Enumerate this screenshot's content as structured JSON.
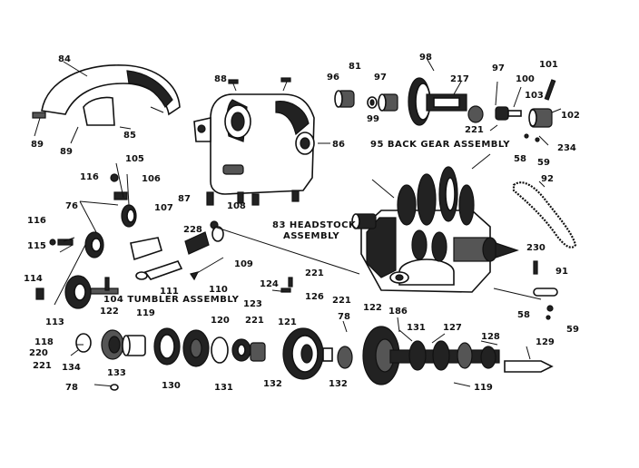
{
  "colors": {
    "ink": "#111111",
    "paper": "#ffffff"
  },
  "assemblies": {
    "back_gear": "95 BACK GEAR ASSEMBLY",
    "headstock_line1": "83 HEADSTOCK",
    "headstock_line2": "ASSEMBLY",
    "tumbler": "104 TUMBLER ASSEMBLY"
  },
  "labels": {
    "l84": "84",
    "l89a": "89",
    "l89b": "89",
    "l85": "85",
    "l88": "88",
    "l86": "86",
    "l96": "96",
    "l81": "81",
    "l97a": "97",
    "l98": "98",
    "l217": "217",
    "l97b": "97",
    "l100": "100",
    "l101": "101",
    "l103": "103",
    "l99": "99",
    "l221a": "221",
    "l102": "102",
    "l234": "234",
    "l58a": "58",
    "l59a": "59",
    "l92": "92",
    "l116a": "116",
    "l105": "105",
    "l106": "106",
    "l76a": "76",
    "l107": "107",
    "l116b": "116",
    "l115": "115",
    "l87": "87",
    "l108": "108",
    "l228": "228",
    "l109": "109",
    "l114": "114",
    "l110": "110",
    "l221b": "221",
    "l111": "111",
    "l124": "124",
    "l126": "126",
    "l113": "113",
    "l122a": "122",
    "l123": "123",
    "l221c": "221",
    "l230": "230",
    "l91": "91",
    "l58b": "58",
    "l59b": "59",
    "l118": "118",
    "l220": "220",
    "l221d": "221",
    "l119a": "119",
    "l120": "120",
    "l221e": "221",
    "l121": "121",
    "l78a": "78",
    "l122b": "122",
    "l186": "186",
    "l131a": "131",
    "l127": "127",
    "l128": "128",
    "l129": "129",
    "l134": "134",
    "l133": "133",
    "l130": "130",
    "l131b": "131",
    "l132a": "132",
    "l132b": "132",
    "l119b": "119",
    "l78b": "78"
  }
}
